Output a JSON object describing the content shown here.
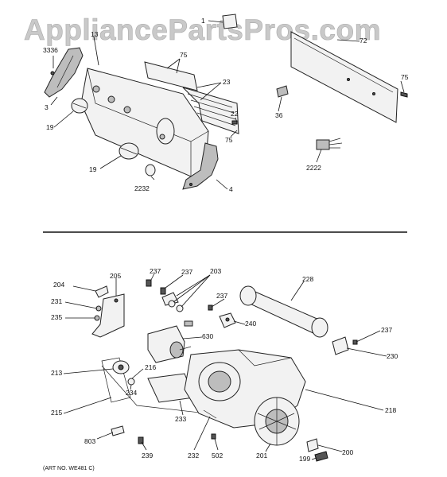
{
  "watermark": "AppliancePartsPros.com",
  "art_number": "(ART NO. WE481 C)",
  "callouts": [
    {
      "id": "c1",
      "text": "1"
    },
    {
      "id": "c13",
      "text": "13"
    },
    {
      "id": "c72",
      "text": "72"
    },
    {
      "id": "c3336",
      "text": "3336"
    },
    {
      "id": "c75a",
      "text": "75"
    },
    {
      "id": "c75b",
      "text": "75"
    },
    {
      "id": "c23",
      "text": "23"
    },
    {
      "id": "c3",
      "text": "3"
    },
    {
      "id": "c19a",
      "text": "19"
    },
    {
      "id": "c22",
      "text": "22"
    },
    {
      "id": "c36",
      "text": "36"
    },
    {
      "id": "c75c",
      "text": "75"
    },
    {
      "id": "c19b",
      "text": "19"
    },
    {
      "id": "c2232",
      "text": "2232"
    },
    {
      "id": "c4",
      "text": "4"
    },
    {
      "id": "c2222",
      "text": "2222"
    },
    {
      "id": "c205",
      "text": "205"
    },
    {
      "id": "c237a",
      "text": "237"
    },
    {
      "id": "c237b",
      "text": "237"
    },
    {
      "id": "c203",
      "text": "203"
    },
    {
      "id": "c228",
      "text": "228"
    },
    {
      "id": "c204",
      "text": "204"
    },
    {
      "id": "c231",
      "text": "231"
    },
    {
      "id": "c237c",
      "text": "237"
    },
    {
      "id": "c235",
      "text": "235"
    },
    {
      "id": "c240",
      "text": "240"
    },
    {
      "id": "c630",
      "text": "630"
    },
    {
      "id": "c237d",
      "text": "237"
    },
    {
      "id": "c230",
      "text": "230"
    },
    {
      "id": "c213",
      "text": "213"
    },
    {
      "id": "c216",
      "text": "216"
    },
    {
      "id": "c234",
      "text": "234"
    },
    {
      "id": "c215",
      "text": "215"
    },
    {
      "id": "c233",
      "text": "233"
    },
    {
      "id": "c218",
      "text": "218"
    },
    {
      "id": "c803",
      "text": "803"
    },
    {
      "id": "c239",
      "text": "239"
    },
    {
      "id": "c232",
      "text": "232"
    },
    {
      "id": "c502",
      "text": "502"
    },
    {
      "id": "c201",
      "text": "201"
    },
    {
      "id": "c199",
      "text": "199"
    },
    {
      "id": "c200",
      "text": "200"
    }
  ]
}
